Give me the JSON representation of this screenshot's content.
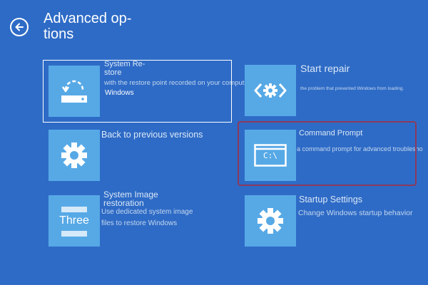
{
  "page": {
    "title": "Advanced op- tions",
    "background": "#2e6bc6",
    "tile_color": "#57a9e6",
    "highlight_color": "#8b3a5c"
  },
  "back": {
    "icon": "arrow-left-icon"
  },
  "tiles": {
    "system_restore": {
      "title": "System Re- store",
      "desc_line1": "with the restore point recorded on your computer",
      "desc_line2": "Windows",
      "icon": "restore-drive-icon"
    },
    "start_repair": {
      "title": "Start repair",
      "desc": "the problem that prevented Windows from loading.",
      "icon": "code-brackets-gear-icon"
    },
    "previous_versions": {
      "title": "Back to previous versions",
      "icon": "gear-icon"
    },
    "command_prompt": {
      "title": "Command Prompt",
      "desc": "a command prompt for advanced troublesho",
      "icon_text": "C:\\",
      "icon": "console-window-icon"
    },
    "image_restoration": {
      "title": "System Image restoration",
      "desc_line1": "Use dedicated system image",
      "desc_line2": "files to restore Windows",
      "icon_text": "Three",
      "icon": "system-image-icon"
    },
    "startup_settings": {
      "title": "Startup Settings",
      "desc": "Change Windows startup behavior",
      "icon": "gear-icon"
    }
  }
}
